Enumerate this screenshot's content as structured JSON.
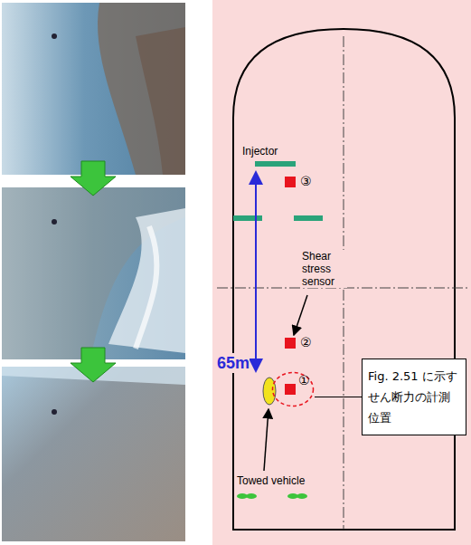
{
  "diagram": {
    "nodes": [
      {
        "text": [
          "①"
        ]
      },
      {
        "text": [
          "Fig. 2.51 に示す せん断力の計測 位置"
        ]
      }
    ],
    "edges": [
      {
        "from": 1,
        "to": 0,
        "arrow": "none"
      }
    ],
    "labels": [
      "Injector",
      "③",
      "Shear stress sensor",
      "②",
      "65m",
      "Towed vehicle"
    ]
  }
}
